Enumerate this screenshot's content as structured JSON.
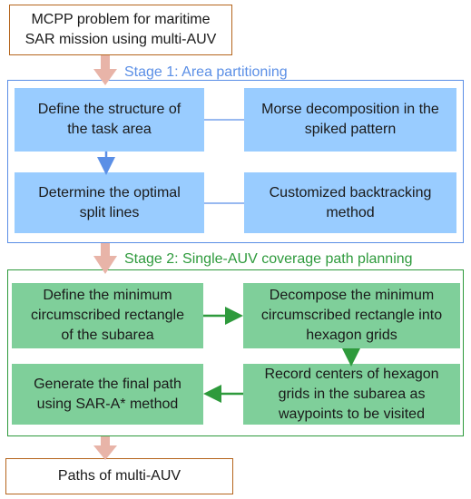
{
  "start_node": {
    "text": "MCPP problem for maritime\nSAR mission using multi-AUV"
  },
  "stage1": {
    "label": "Stage 1: Area partitioning",
    "define_structure": "Define the structure of\nthe task area",
    "morse": "Morse decomposition in the\nspiked pattern",
    "split_lines": "Determine the optimal\nsplit lines",
    "backtracking": "Customized backtracking\nmethod"
  },
  "stage2": {
    "label": "Stage 2: Single-AUV coverage path planning",
    "min_rect": "Define the minimum\ncircumscribed rectangle\nof the subarea",
    "decompose": "Decompose the minimum\ncircumscribed rectangle into\nhexagon grids",
    "record_centers": "Record centers of hexagon\ngrids in the subarea as\nwaypoints to be visited",
    "final_path": "Generate the final path\nusing SAR-A* method"
  },
  "end_node": {
    "text": "Paths of multi-AUV"
  },
  "colors": {
    "stage1_accent": "#5b8fe6",
    "stage1_box": "#99ccff",
    "stage2_accent": "#2e9a3c",
    "stage2_box": "#7fcf9a",
    "terminal_border": "#b5651d",
    "main_arrow": "#e8b4a8"
  }
}
